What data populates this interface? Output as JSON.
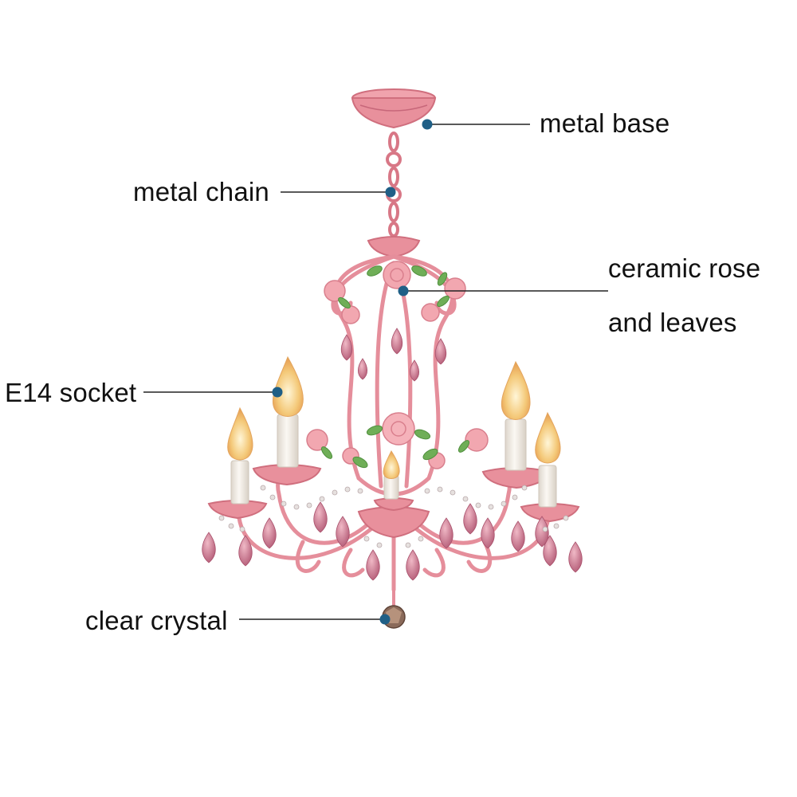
{
  "labels": {
    "metal_base": "metal base",
    "metal_chain": "metal chain",
    "ceramic_rose_line1": "ceramic rose",
    "ceramic_rose_line2": "and leaves",
    "e14_socket": "E14 socket",
    "clear_crystal": "clear crystal"
  },
  "colors": {
    "metal": "#e8909c",
    "metal_dark": "#d06f7e",
    "rose": "#f2a7b0",
    "leaf": "#6fae57",
    "crystal": "#c97088",
    "candle": "#f4f0ea",
    "flame": "#f2c26a",
    "marker": "#1f5f86",
    "leader": "#222222"
  }
}
